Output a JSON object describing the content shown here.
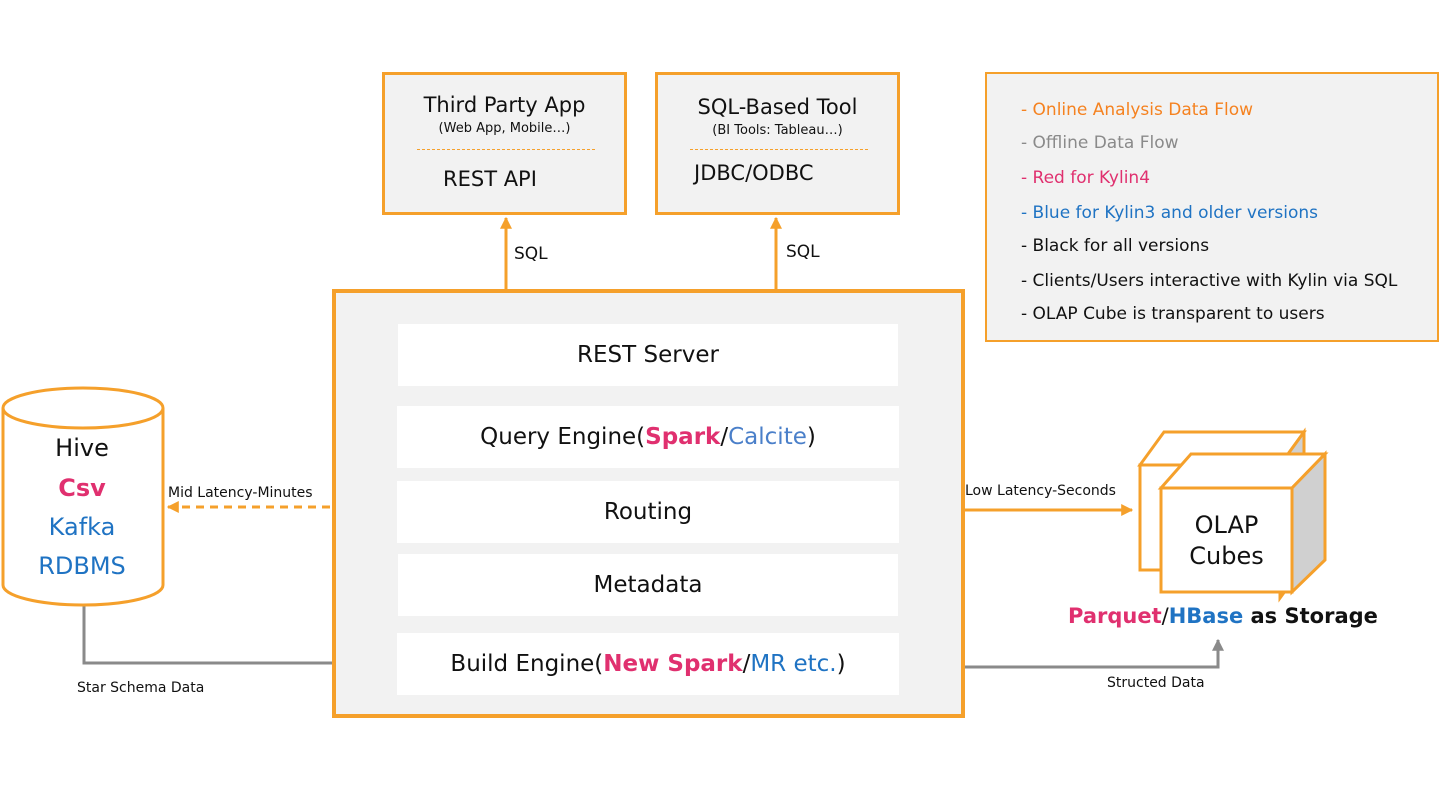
{
  "clients": {
    "third_party": {
      "title": "Third Party App",
      "subtitle": "(Web App, Mobile…)",
      "interface": "REST API"
    },
    "sql_tool": {
      "title": "SQL-Based Tool",
      "subtitle": "(BI Tools: Tableau…)",
      "interface": "JDBC/ODBC"
    }
  },
  "arrows": {
    "sql_left": "SQL",
    "sql_right": "SQL",
    "mid_latency": "Mid Latency-Minutes",
    "low_latency": "Low Latency-Seconds",
    "star_schema": "Star Schema Data",
    "structed": "Structed Data"
  },
  "kylin": {
    "rest_server": "REST Server",
    "query_engine": {
      "prefix": "Query Engine(",
      "spark": "Spark",
      "slash": "/",
      "calcite": "Calcite",
      "suffix": ")"
    },
    "routing": "Routing",
    "metadata": "Metadata",
    "build_engine": {
      "prefix": "Build Engine(",
      "new_spark": "New Spark",
      "slash": "/",
      "mr": "MR etc.",
      "suffix": ")"
    }
  },
  "sources": {
    "hive": "Hive",
    "csv": "Csv",
    "kafka": "Kafka",
    "rdbms": "RDBMS"
  },
  "cubes": {
    "title_line1": "OLAP",
    "title_line2": "Cubes"
  },
  "storage": {
    "parquet": "Parquet",
    "slash": "/",
    "hbase": "HBase",
    "suffix": " as Storage"
  },
  "legend": {
    "items": [
      {
        "text": "- Online Analysis Data Flow",
        "color": "#f58220"
      },
      {
        "text": "- Offline Data Flow",
        "color": "#8a8a8a"
      },
      {
        "text": "- Red for Kylin4",
        "color": "#e0306f"
      },
      {
        "text": "- Blue for Kylin3 and older versions",
        "color": "#1f73c3"
      },
      {
        "text": "- Black for all versions",
        "color": "#111111"
      },
      {
        "text": "- Clients/Users interactive with Kylin via SQL",
        "color": "#111111"
      },
      {
        "text": "- OLAP Cube is transparent to users",
        "color": "#111111"
      }
    ]
  },
  "colors": {
    "orange": "#f5a02b",
    "grey": "#8a8a8a",
    "pink": "#e0306f",
    "blue": "#1f73c3"
  }
}
